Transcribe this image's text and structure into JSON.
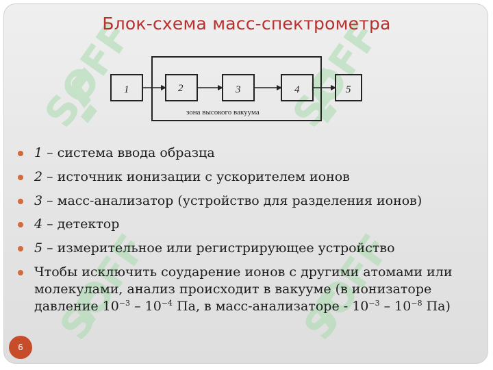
{
  "slide": {
    "title": "Блок-схема масс-спектрометра",
    "page_number": "6"
  },
  "diagram": {
    "blocks": [
      "1",
      "2",
      "3",
      "4",
      "5"
    ],
    "zone_label": "зона высокого вакуума"
  },
  "bullets": [
    {
      "num": "1",
      "prefix": "",
      "text": " – система ввода образца"
    },
    {
      "num": "2",
      "prefix": " ",
      "text": " – источник ионизации с ускорителем ионов"
    },
    {
      "num": "3",
      "prefix": "",
      "text": " – масс-анализатор (устройство для разделения ионов)"
    },
    {
      "num": "4",
      "prefix": "",
      "text": " – детектор"
    },
    {
      "num": "5",
      "prefix": "",
      "text": " – измерительное или регистрирующее устройство"
    }
  ],
  "vacuum_note": {
    "part1": "Чтобы исключить соударение ионов с другими атомами или молекулами, анализ происходит в вакууме (в ионизаторе давление 10",
    "exp1": "−3",
    "part2": " – 10",
    "exp2": "−4",
    "part3": " Па, в масс-анализаторе  - 10",
    "exp3": "−3",
    "part4": " – 10",
    "exp4": "−8",
    "part5": " Па)"
  },
  "watermark": {
    "text": "SOFF"
  },
  "colors": {
    "title": "#b8312f",
    "bullet": "#d36a3c",
    "badge": "#c64c2a",
    "watermark": "#9fd6a5"
  }
}
